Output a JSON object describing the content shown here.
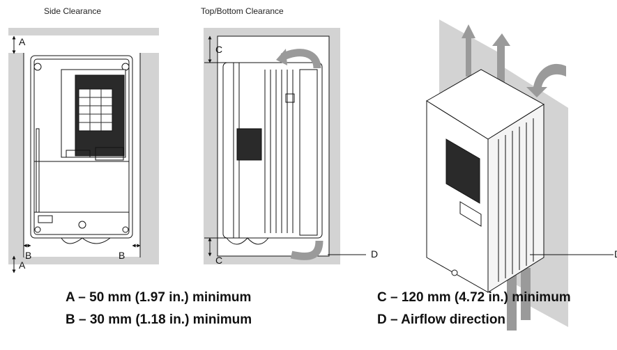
{
  "captions": {
    "side": "Side Clearance",
    "top_bottom": "Top/Bottom Clearance"
  },
  "labels": {
    "a_top": "A",
    "a_bottom": "A",
    "b_left": "B",
    "b_right": "B",
    "c_top": "C",
    "c_bottom": "C",
    "d": "D",
    "d_iso": "D"
  },
  "legend": {
    "a": "A – 50 mm (1.97 in.) minimum",
    "b": "B – 30 mm (1.18 in.) minimum",
    "c": "C – 120 mm (4.72 in.) minimum",
    "d": "D – Airflow direction"
  },
  "colors": {
    "wall": "#d3d3d3",
    "airflow": "#9a9a9a",
    "outline": "#111111"
  }
}
